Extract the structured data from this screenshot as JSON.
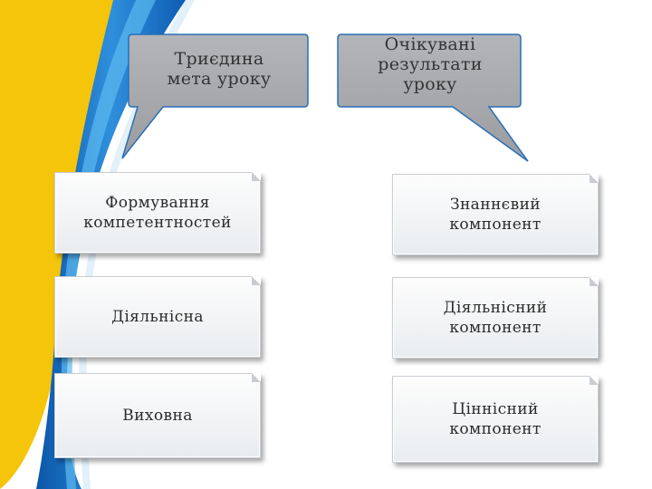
{
  "callouts": {
    "left": "Триєдина\nмета уроку",
    "right": "Очікувані\nрезультати\nуроку"
  },
  "left_boxes": [
    "Формування\nкомпетентностей",
    "Діяльнісна",
    "Виховна"
  ],
  "right_boxes": [
    "Знаннєвий\nкомпонент",
    "Діяльнісний\nкомпонент",
    "Ціннісний\nкомпонент"
  ],
  "colors": {
    "yellow": "#f5c50c",
    "blue_dark": "#0b56a8",
    "blue_light": "#3aa6e8",
    "callout_fill": "#a5a7aa"
  }
}
